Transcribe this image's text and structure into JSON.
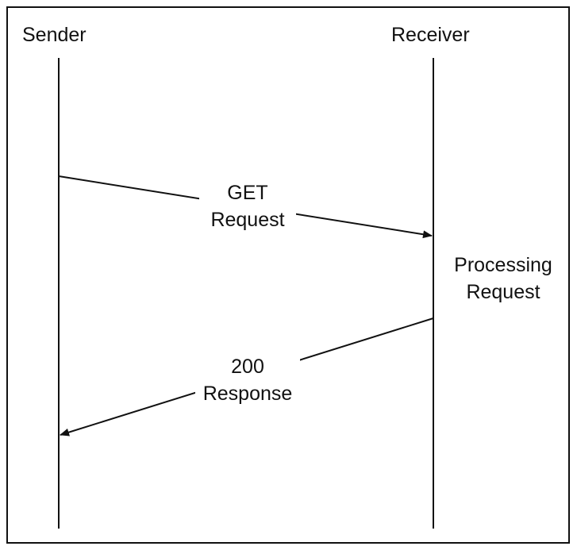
{
  "participants": {
    "sender": "Sender",
    "receiver": "Receiver"
  },
  "messages": {
    "request": {
      "line1": "GET",
      "line2": "Request",
      "direction": "sender-to-receiver"
    },
    "response": {
      "line1": "200",
      "line2": "Response",
      "direction": "receiver-to-sender"
    }
  },
  "processing": {
    "line1": "Processing",
    "line2": "Request"
  },
  "colors": {
    "stroke": "#111111",
    "background": "#ffffff"
  }
}
